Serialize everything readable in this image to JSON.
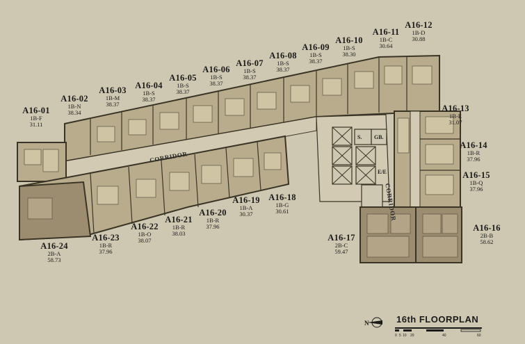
{
  "title": "16th  FLOORPLAN",
  "scale_ticks": [
    "0",
    "5",
    "10",
    "20",
    "40",
    "60"
  ],
  "corridor_label": "CORRIDOR",
  "rooms": {
    "s": "S.",
    "gb": "GB.",
    "ee": "E/E"
  },
  "units": [
    {
      "code": "A16-01",
      "type": "1B-F",
      "area": "31.11"
    },
    {
      "code": "A16-02",
      "type": "1B-N",
      "area": "38.34"
    },
    {
      "code": "A16-03",
      "type": "1B-M",
      "area": "38.37"
    },
    {
      "code": "A16-04",
      "type": "1B-S",
      "area": "38.37"
    },
    {
      "code": "A16-05",
      "type": "1B-S",
      "area": "38.37"
    },
    {
      "code": "A16-06",
      "type": "1B-S",
      "area": "38.37"
    },
    {
      "code": "A16-07",
      "type": "1B-S",
      "area": "38.37"
    },
    {
      "code": "A16-08",
      "type": "1B-S",
      "area": "38.37"
    },
    {
      "code": "A16-09",
      "type": "1B-S",
      "area": "38.37"
    },
    {
      "code": "A16-10",
      "type": "1B-S",
      "area": "38.30"
    },
    {
      "code": "A16-11",
      "type": "1B-C",
      "area": "30.64"
    },
    {
      "code": "A16-12",
      "type": "1B-D",
      "area": "30.88"
    },
    {
      "code": "A16-13",
      "type": "1B-E",
      "area": "31.07"
    },
    {
      "code": "A16-14",
      "type": "1B-R",
      "area": "37.96"
    },
    {
      "code": "A16-15",
      "type": "1B-Q",
      "area": "37.96"
    },
    {
      "code": "A16-16",
      "type": "2B-B",
      "area": "58.62"
    },
    {
      "code": "A16-17",
      "type": "2B-C",
      "area": "59.47"
    },
    {
      "code": "A16-18",
      "type": "1B-G",
      "area": "30.61"
    },
    {
      "code": "A16-19",
      "type": "1B-A",
      "area": "30.37"
    },
    {
      "code": "A16-20",
      "type": "1B-R",
      "area": "37.96"
    },
    {
      "code": "A16-21",
      "type": "1B-R",
      "area": "38.03"
    },
    {
      "code": "A16-22",
      "type": "1B-O",
      "area": "38.07"
    },
    {
      "code": "A16-23",
      "type": "1B-R",
      "area": "37.96"
    },
    {
      "code": "A16-24",
      "type": "2B-A",
      "area": "58.73"
    }
  ]
}
